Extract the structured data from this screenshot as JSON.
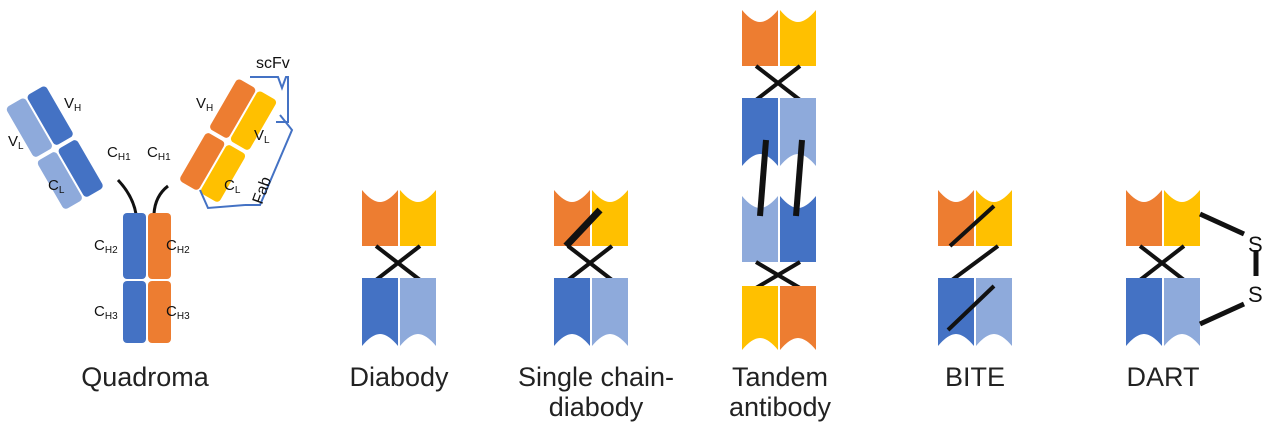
{
  "colors": {
    "blue": "#4472C4",
    "light_blue": "#8EAADB",
    "orange": "#ED7D31",
    "yellow": "#FFC000",
    "linker": "#111111",
    "bracket": "#4472C4"
  },
  "quadroma": {
    "caption": "Quadroma",
    "labels": {
      "vh_left": {
        "main": "V",
        "sub": "H"
      },
      "vl_left": {
        "main": "V",
        "sub": "L"
      },
      "ch1_left": {
        "main": "C",
        "sub": "H1"
      },
      "cl_left": {
        "main": "C",
        "sub": "L"
      },
      "vh_right": {
        "main": "V",
        "sub": "H"
      },
      "vl_right": {
        "main": "V",
        "sub": "L"
      },
      "ch1_right": {
        "main": "C",
        "sub": "H1"
      },
      "cl_right": {
        "main": "C",
        "sub": "L"
      },
      "ch2_left": {
        "main": "C",
        "sub": "H2"
      },
      "ch2_right": {
        "main": "C",
        "sub": "H2"
      },
      "ch3_left": {
        "main": "C",
        "sub": "H3"
      },
      "ch3_right": {
        "main": "C",
        "sub": "H3"
      },
      "scfv": "scFv",
      "fab": "Fab"
    }
  },
  "captions": {
    "diabody": "Diabody",
    "single_chain_diabody": "Single chain-\ndiabody",
    "tandem_antibody": "Tandem\nantibody",
    "bite": "BITE",
    "dart": "DART"
  },
  "dart_labels": {
    "s_top": "S",
    "s_bottom": "S"
  }
}
